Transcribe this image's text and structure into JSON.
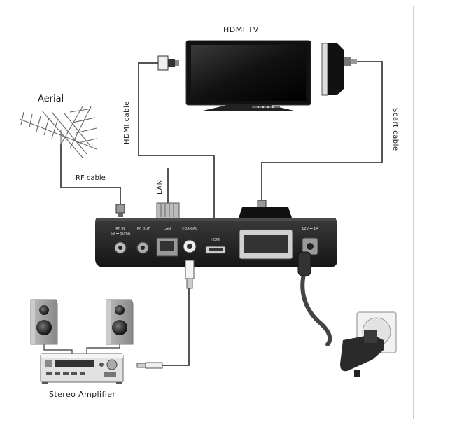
{
  "labels": {
    "hdmi_tv": "HDMI TV",
    "aerial": "Aerial",
    "rf_cable": "RF cable",
    "hdmi_cable": "HDMI cable",
    "scart_cable": "Scart cable",
    "lan": "LAN",
    "stereo_amplifier": "Stereo Amplifier"
  },
  "ports": {
    "rf_in": "RF IN",
    "rf_in_spec": "5V ⎓ 50mA",
    "rf_out": "RF OUT",
    "lan": "LAN",
    "coaxial": "COAXIAL",
    "hdmi": "HDMI",
    "power": "12V ⎓ 1A"
  },
  "colors": {
    "device_body": "#1e1e1e",
    "cable": "#555555",
    "speaker": "#9a9a9a",
    "amplifier": "#d8d8d8"
  }
}
